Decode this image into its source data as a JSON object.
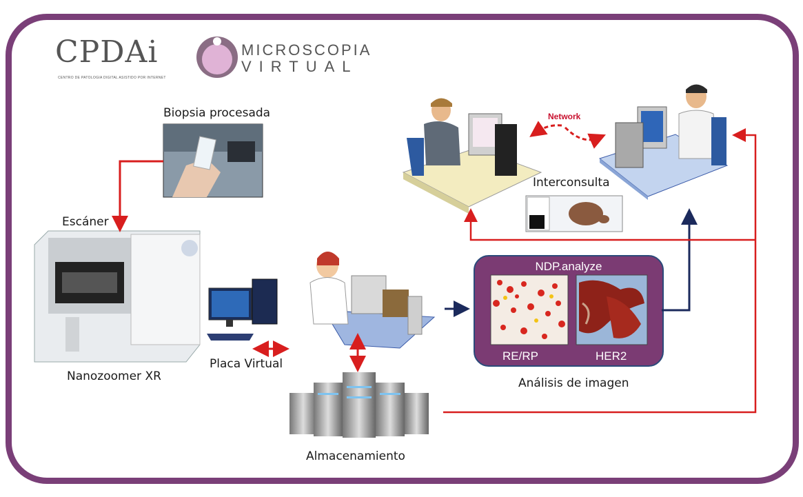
{
  "logos": {
    "cpdai_text": "CPDAi",
    "cpdai_subtitle": "CENTRO DE PATOLOGIA DIGITAL ASISTIDO POR INTERNET",
    "micro_line1": "MICROSCOPIA",
    "micro_line2": "VIRTUAL"
  },
  "labels": {
    "biopsia": "Biopsia procesada",
    "escaner": "Escáner",
    "nanozoomer": "Nanozoomer XR",
    "placa": "Placa Virtual",
    "almacenamiento": "Almacenamiento",
    "interconsulta": "Interconsulta",
    "network": "Network",
    "analisis": "Análisis de imagen"
  },
  "ndp": {
    "title": "NDP.analyze",
    "left_label": "RE/RP",
    "right_label": "HER2"
  },
  "colors": {
    "frame": "#7a3f78",
    "red_arrow": "#d81e1e",
    "navy_arrow": "#1b2a5c",
    "ndp_box": "#7b3b73"
  }
}
